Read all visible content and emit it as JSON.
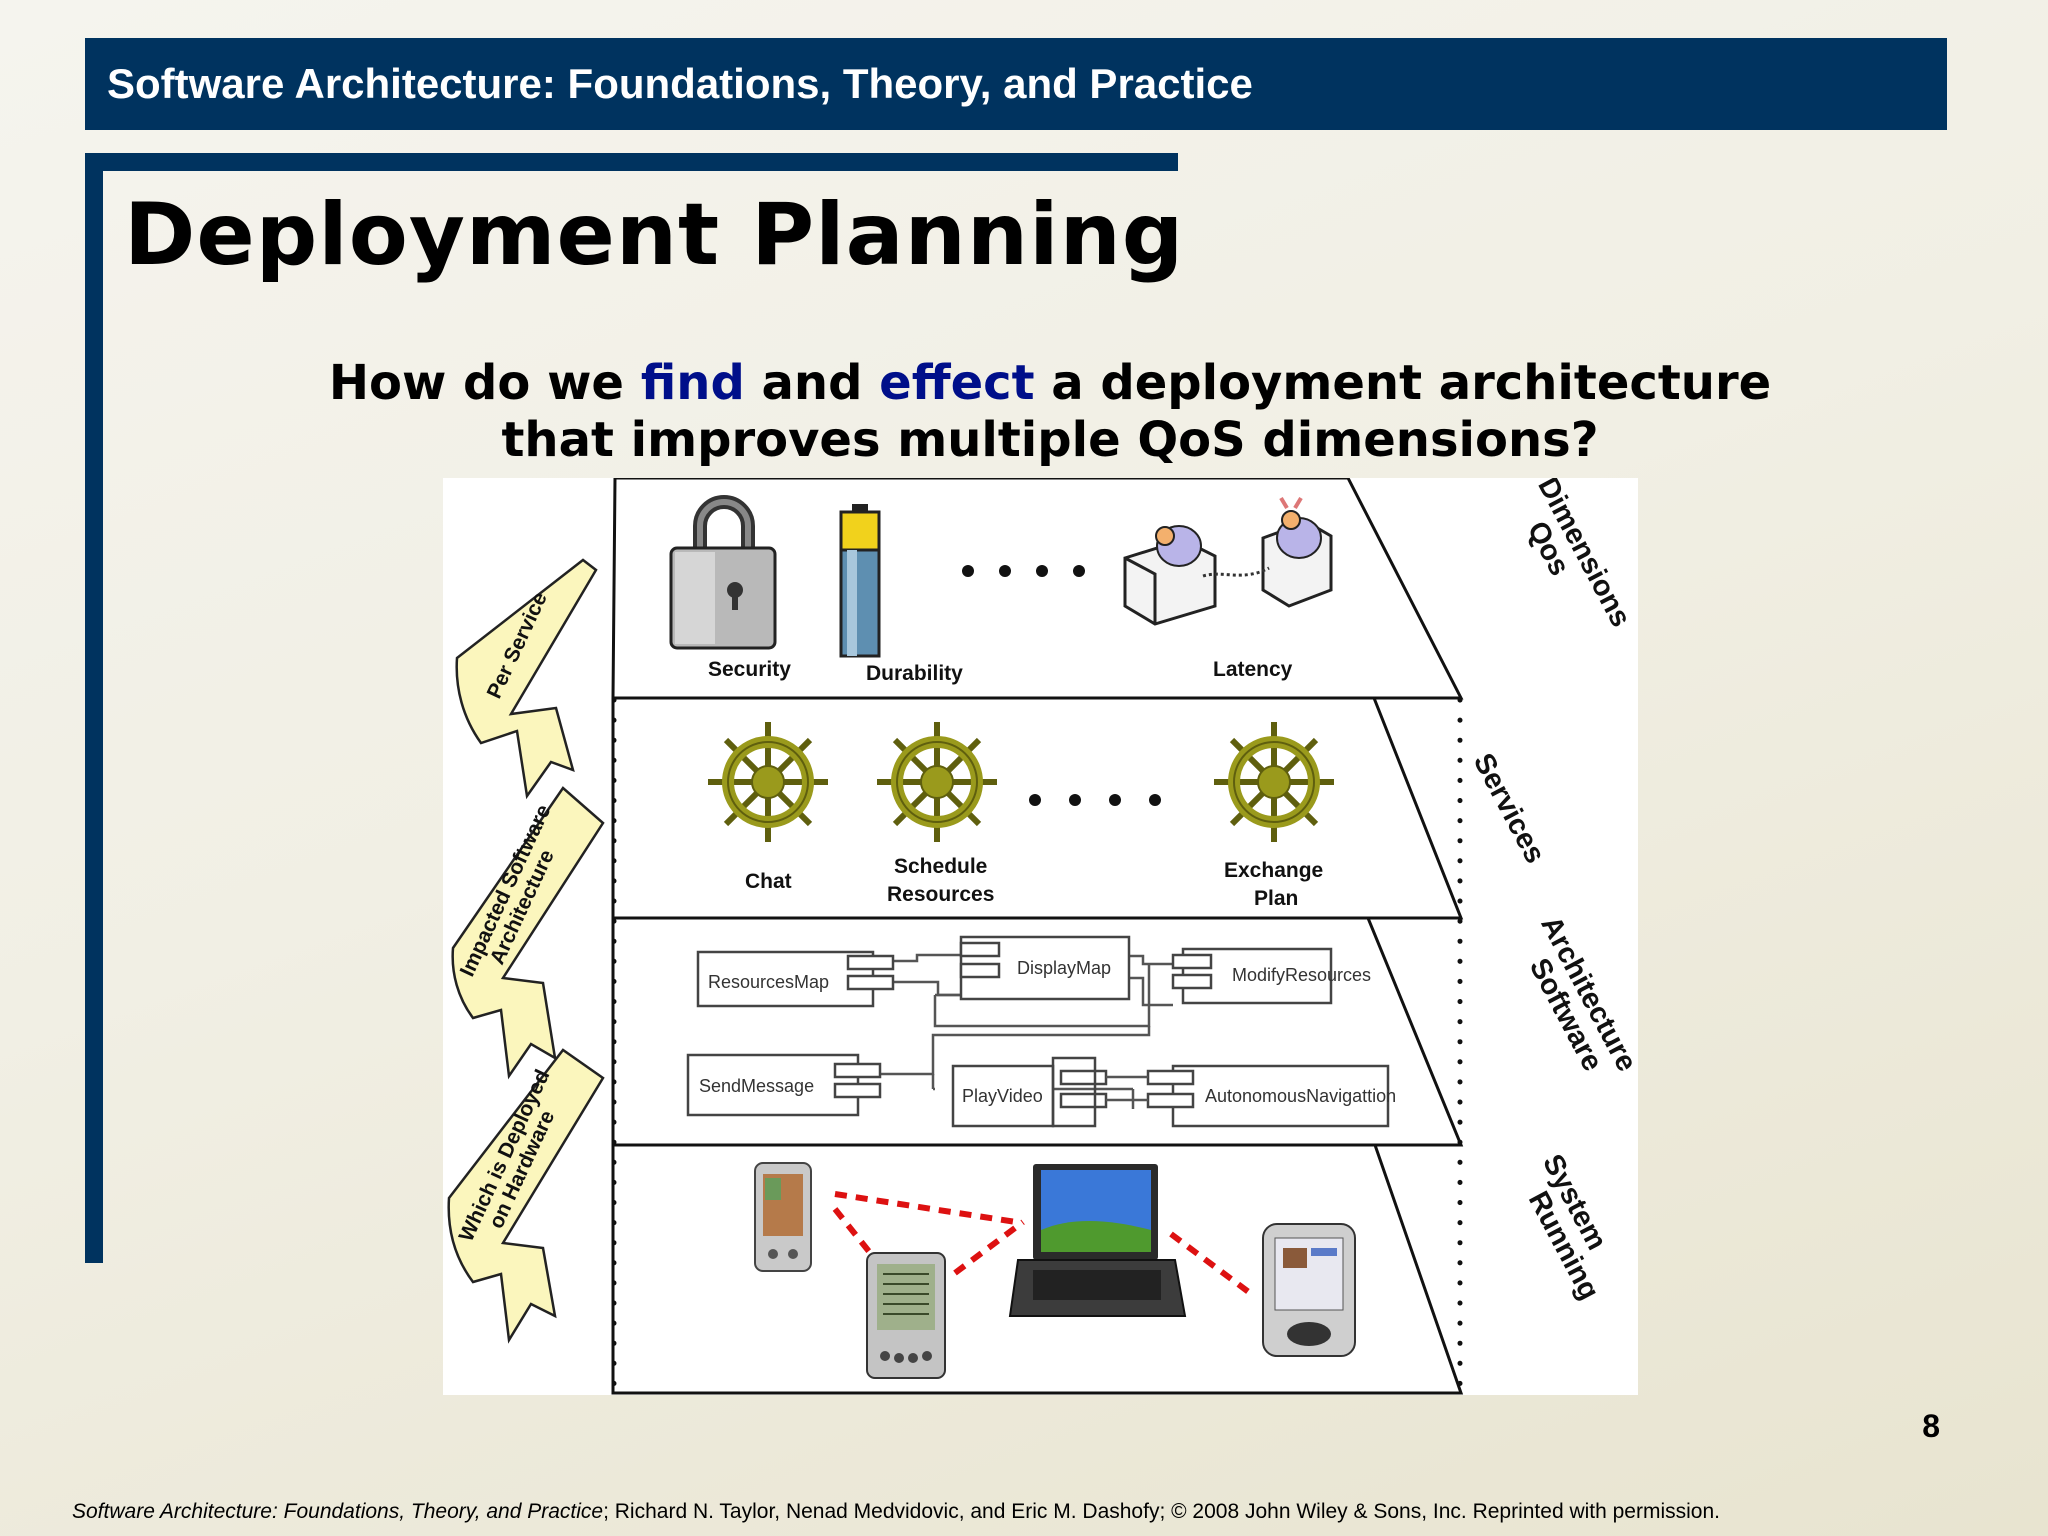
{
  "header": {
    "title": "Software Architecture: Foundations, Theory, and Practice"
  },
  "slide": {
    "title": "Deployment Planning",
    "question": {
      "part1": "How do we ",
      "find": "find",
      "part2": " and ",
      "effect": "effect",
      "part3": " a deployment architecture",
      "line2": "that improves multiple QoS dimensions?"
    },
    "page_number": "8"
  },
  "diagram": {
    "layers": {
      "qos": "Qos Dimensions",
      "services": "Services",
      "software_architecture": "Software Architecture",
      "running_system": "Running System"
    },
    "qos_items": {
      "security": "Security",
      "durability": "Durability",
      "latency": "Latency"
    },
    "service_items": {
      "chat": "Chat",
      "schedule_1": "Schedule",
      "schedule_2": "Resources",
      "exchange_1": "Exchange",
      "exchange_2": "Plan"
    },
    "components": {
      "resources_map": "ResourcesMap",
      "display_map": "DisplayMap",
      "modify_resources": "ModifyResources",
      "send_message": "SendMessage",
      "play_video": "PlayVideo",
      "autonomous_navigation": "AutonomousNavigattion"
    },
    "arrows": {
      "per_service": "Per Service",
      "impacted_1": "Impacted Software",
      "impacted_2": "Architecture",
      "deployed_1": "Which is Deployed",
      "deployed_2": "on Hardware"
    },
    "colors": {
      "arrow_fill": "#fbf6bd",
      "wheel": "#9a9a1c",
      "link": "#dd1111"
    }
  },
  "footer": {
    "italic": "Software Architecture: Foundations, Theory, and Practice",
    "rest": "; Richard N. Taylor, Nenad Medvidovic, and Eric M. Dashofy; © 2008 John Wiley & Sons, Inc. Reprinted with permission."
  }
}
